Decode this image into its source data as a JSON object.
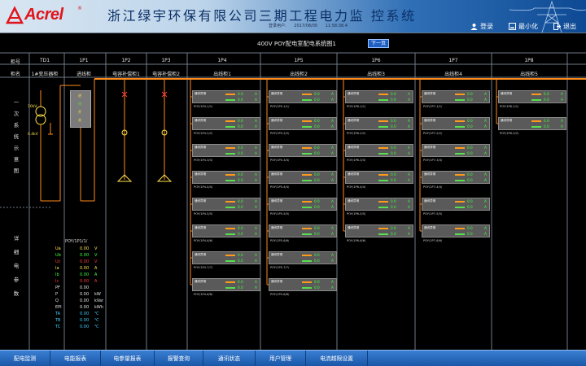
{
  "header": {
    "logo_text": "Acrel",
    "logo_reg": "®",
    "title": "浙江绿宇环保有限公司三期工程电力监 控系统",
    "login_label": "登录",
    "minimize_label": "最小化",
    "exit_label": "退出",
    "status_user": "登录用户:",
    "status_date": "2017/08/05",
    "status_time": "11:58:38.4"
  },
  "diagram": {
    "title": "400V POY配电室配电系统图1",
    "next_page": "下一页",
    "row_label_no": "柜号",
    "row_label_name": "柜名",
    "cabinets": [
      {
        "no": "TD1",
        "name": "1#变压器柜"
      },
      {
        "no": "1P1",
        "name": "进线柜"
      },
      {
        "no": "1P2",
        "name": "电容补偿柜1"
      },
      {
        "no": "1P3",
        "name": "电容补偿柜2"
      },
      {
        "no": "1P4",
        "name": "出线柜1"
      },
      {
        "no": "1P5",
        "name": "出线柜2"
      },
      {
        "no": "1P6",
        "name": "出线柜3"
      },
      {
        "no": "1P7",
        "name": "出线柜4"
      },
      {
        "no": "1P8",
        "name": "出线柜5"
      }
    ],
    "section1": [
      "一",
      "次",
      "系",
      "统",
      "示",
      "意",
      "图"
    ],
    "section2": [
      "详",
      "细",
      "电",
      "参",
      "数"
    ],
    "transformer_hv": "10kV",
    "transformer_lv": "0.4kV",
    "incoming_labels": [
      "进",
      "线",
      "开",
      "关"
    ],
    "feeder_status": "通讯异常",
    "feeder_value": "0.0",
    "feeder_unit": "A",
    "feeders": {
      "1P4": [
        "POY/1P4-1/1/",
        "POY/1P4-2/2/",
        "POY/1P4-3/3/",
        "POY/1P4-4/4/",
        "POY/1P4-5/5/",
        "POY/1P4-6/6/",
        "POY/1P4-7/7/",
        "POY/1P4-8/8/"
      ],
      "1P5": [
        "POY/1P5-1/1/",
        "POY/1P5-2/2/",
        "POY/1P5-3/3/",
        "POY/1P5-4/4/",
        "POY/1P5-5/5/",
        "POY/1P5-6/6/",
        "POY/1P5-7/7/",
        "POY/1P5-8/8/"
      ],
      "1P6": [
        "POY/1P6-1/1/",
        "POY/1P6-2/2/",
        "POY/1P6-3/3/",
        "POY/1P6-4/4/",
        "POY/1P6-5/5/",
        "POY/1P6-6/6/"
      ],
      "1P7": [
        "POY/1P7-1/1/",
        "POY/1P7-2/2/",
        "POY/1P7-3/3/",
        "POY/1P7-4/4/",
        "POY/1P7-5/5/",
        "POY/1P7-6/6/"
      ],
      "1P8": [
        "POY/1P8-1/1/",
        "POY/1P8-2/2/"
      ]
    }
  },
  "params": {
    "title": "POY/1P1/1/",
    "rows": [
      {
        "key": "Ua",
        "value": "0.00",
        "unit": "V",
        "color": "#ffe24a"
      },
      {
        "key": "Ub",
        "value": "0.00",
        "unit": "V",
        "color": "#3cff3c"
      },
      {
        "key": "Uc",
        "value": "0.00",
        "unit": "V",
        "color": "#ff3c3c"
      },
      {
        "key": "Ia",
        "value": "0.00",
        "unit": "A",
        "color": "#ffe24a"
      },
      {
        "key": "Ib",
        "value": "0.00",
        "unit": "A",
        "color": "#3cff3c"
      },
      {
        "key": "Ic",
        "value": "0.00",
        "unit": "A",
        "color": "#ff3c3c"
      },
      {
        "key": "PF",
        "value": "0.00",
        "unit": "",
        "color": "#e6e6e6"
      },
      {
        "key": "P",
        "value": "0.00",
        "unit": "kW",
        "color": "#e6e6e6"
      },
      {
        "key": "Q",
        "value": "0.00",
        "unit": "kVar",
        "color": "#e6e6e6"
      },
      {
        "key": "EPI",
        "value": "0.00",
        "unit": "kWh",
        "color": "#e6e6e6"
      },
      {
        "key": "TA",
        "value": "0.00",
        "unit": "℃",
        "color": "#3ccfff"
      },
      {
        "key": "TB",
        "value": "0.00",
        "unit": "℃",
        "color": "#3ccfff"
      },
      {
        "key": "TC",
        "value": "0.00",
        "unit": "℃",
        "color": "#3ccfff"
      }
    ]
  },
  "footer": {
    "tabs": [
      "配电监测",
      "电能报表",
      "电参量报表",
      "报警查询",
      "通讯状态",
      "用户管理",
      "电流越限设置"
    ]
  },
  "colors": {
    "busbar": "#ff8a1a",
    "switch_on": "#ff9a1a",
    "switch_off": "#55e04c",
    "value": "#40ff40",
    "footer": "#2a6cc0"
  }
}
